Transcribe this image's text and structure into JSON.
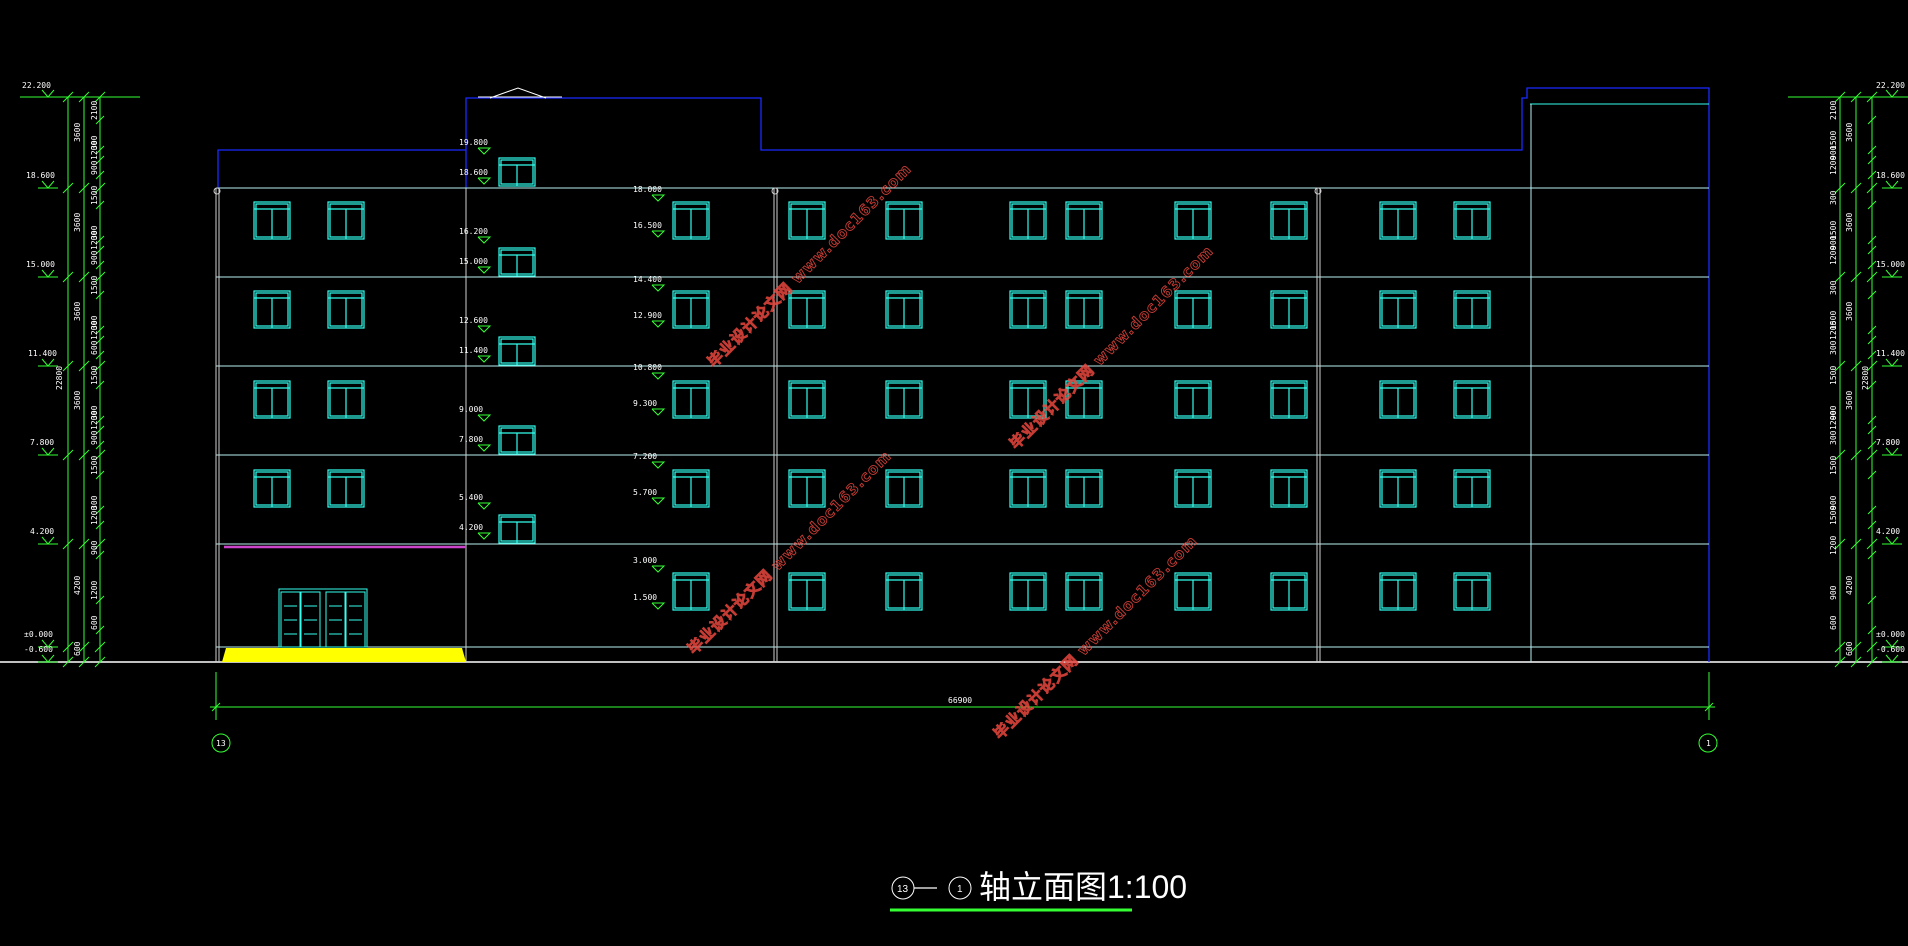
{
  "title": {
    "axis_from": "13",
    "axis_to": "1",
    "text": "轴立面图1:100"
  },
  "overall_width_dim": "66900",
  "axis_bubbles": {
    "left": "13",
    "right": "1"
  },
  "left_elevations": [
    "22.200",
    "18.600",
    "15.000",
    "11.400",
    "7.800",
    "4.200",
    "±0.000",
    "-0.600"
  ],
  "right_elevations": [
    "22.200",
    "18.600",
    "15.000",
    "11.400",
    "7.800",
    "4.200",
    "±0.000",
    "-0.600"
  ],
  "left_dims_outer": [
    "3600",
    "3600",
    "3600",
    "3600",
    "4200",
    "600"
  ],
  "left_dims_inner": [
    "2100",
    "300",
    "1200",
    "900",
    "1500",
    "300",
    "1200",
    "900",
    "1500",
    "300",
    "1200",
    "600",
    "1500",
    "300",
    "1200",
    "900",
    "1500",
    "300",
    "1200",
    "900",
    "1200",
    "600"
  ],
  "left_total": "22800",
  "right_dims_outer": [
    "3600",
    "3600",
    "3600",
    "3600",
    "4200",
    "600"
  ],
  "right_dims_inner": [
    "2100",
    "1500",
    "900",
    "1200",
    "300",
    "1500",
    "900",
    "1200",
    "300",
    "1500",
    "1200",
    "300",
    "1500",
    "900",
    "1200",
    "300",
    "1500",
    "900",
    "1500",
    "1200",
    "900",
    "600"
  ],
  "right_total": "22800",
  "stair_elevations": [
    {
      "top": "19.800",
      "bottom": "18.600"
    },
    {
      "top": "16.200",
      "bottom": "15.000"
    },
    {
      "top": "12.600",
      "bottom": "11.400"
    },
    {
      "top": "9.000",
      "bottom": "7.800"
    },
    {
      "top": "5.400",
      "bottom": "4.200"
    }
  ],
  "mid_elevations": [
    {
      "top": "18.000",
      "bottom": "16.500"
    },
    {
      "top": "14.400",
      "bottom": "12.900"
    },
    {
      "top": "10.800",
      "bottom": "9.300"
    },
    {
      "top": "7.200",
      "bottom": "5.700"
    },
    {
      "top": "3.000",
      "bottom": "1.500"
    }
  ],
  "watermark": "毕业设计论文网 www.doc163.com",
  "colors": {
    "background": "#000000",
    "window": "#33ffee",
    "floor_line": "#b8f0f0",
    "parapet": "#1a2bff",
    "dim_green": "#33ff33",
    "entrance": "#ffff00",
    "canopy": "#cc44cc",
    "watermark": "#e8473f"
  }
}
